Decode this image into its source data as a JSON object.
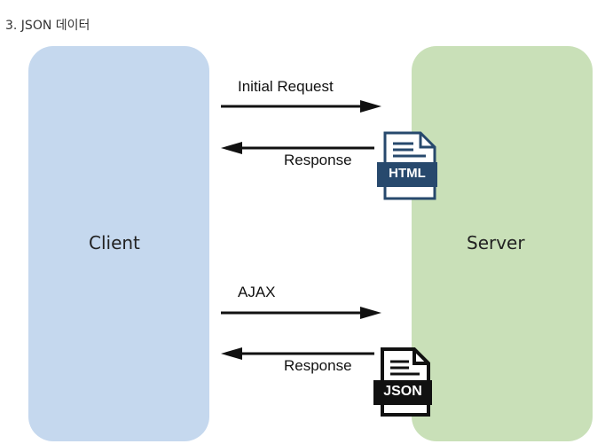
{
  "heading": "3. JSON 데이터",
  "nodes": {
    "client": {
      "label": "Client",
      "color": "#c5d8ee"
    },
    "server": {
      "label": "Server",
      "color": "#c9e0b8"
    }
  },
  "messages": {
    "initial_request": "Initial Request",
    "response_html": "Response",
    "ajax": "AJAX",
    "response_json": "Response"
  },
  "icons": {
    "html_doc": {
      "label": "HTML",
      "icon": "html-document-icon",
      "color": "#27496d"
    },
    "json_doc": {
      "label": "JSON",
      "icon": "json-document-icon",
      "color": "#111111"
    }
  }
}
